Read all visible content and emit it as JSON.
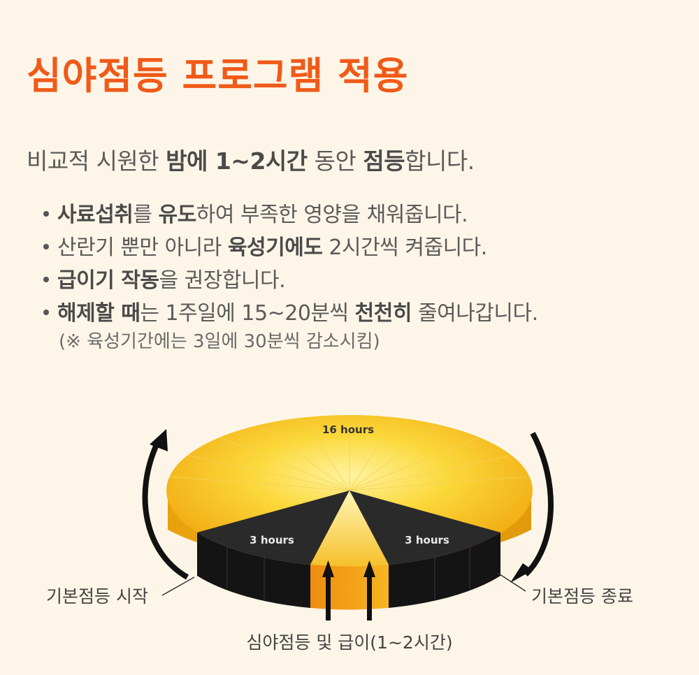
{
  "title": "심야점등 프로그램 적용",
  "intro": {
    "part1": "비교적 시원한 ",
    "bold1": "밤에 1~2시간",
    "part2": " 동안 ",
    "bold2": "점등",
    "part3": "합니다."
  },
  "bullets": [
    {
      "bold": "사료섭취",
      "t1": "를 ",
      "bold2": "유도",
      "t2": "하여 부족한 영양을 채워줍니다."
    },
    {
      "t0": "산란기 뿐만 아니라 ",
      "bold": "육성기에도",
      "t1": " 2시간씩 켜줍니다."
    },
    {
      "bold": "급이기 작동",
      "t1": "을 권장합니다."
    },
    {
      "bold": "해제할 때",
      "t1": "는 1주일에 15~20분씩 ",
      "bold2": "천천히",
      "t2": " 줄여나갑니다."
    }
  ],
  "note": "(※ 육성기간에는 3일에 30분씩 감소시킴)",
  "diagram": {
    "slice_large": "16 hours",
    "slice_left": "3 hours",
    "slice_right": "3 hours",
    "label_start": "기본점등 시작",
    "label_end": "기본점등 종료",
    "label_bottom": "심야점등 및 급이(1~2시간)"
  },
  "colors": {
    "title": "#f05a18",
    "background": "#fdf6e8",
    "yellow": "#f7c21a",
    "dark": "#1c1c1c"
  }
}
